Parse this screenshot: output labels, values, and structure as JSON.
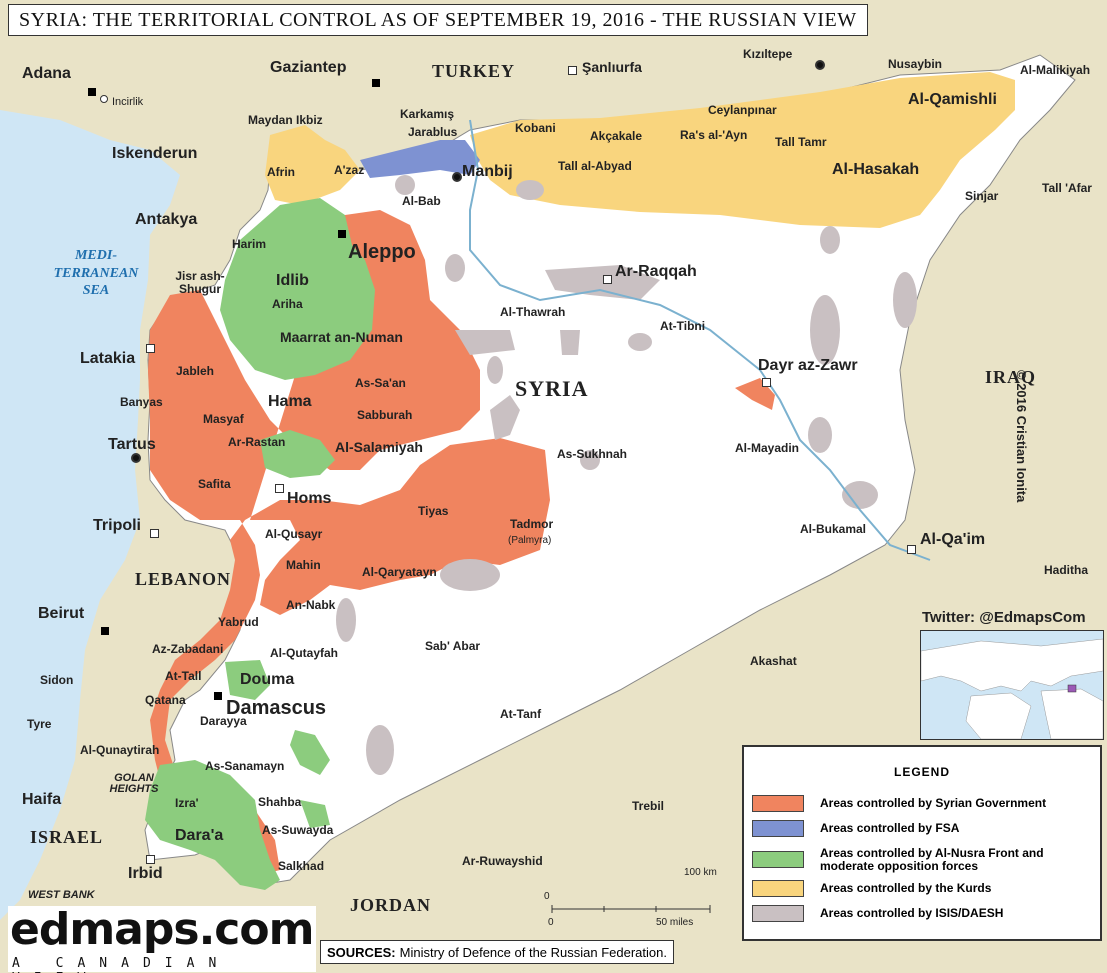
{
  "title": "SYRIA: THE TERRITORIAL CONTROL AS OF SEPTEMBER 19, 2016 - THE RUSSIAN VIEW",
  "copyright": "© 2016 Cristian Ionita",
  "twitter": "Twitter: @EdmapsCom",
  "brand": {
    "logo": "edmaps.com",
    "tagline": "A CANADIAN VIEW"
  },
  "sources": {
    "label": "SOURCES:",
    "text": "Ministry of Defence of the Russian Federation."
  },
  "legend": {
    "heading": "LEGEND",
    "items": [
      {
        "label": "Areas controlled by Syrian Government",
        "color": "#f0845f"
      },
      {
        "label": "Areas controlled by FSA",
        "color": "#7e92d2"
      },
      {
        "label": "Areas controlled by Al-Nusra Front and moderate opposition forces",
        "color": "#8ccc7e"
      },
      {
        "label": "Areas controlled by the Kurds",
        "color": "#f9d57e"
      },
      {
        "label": "Areas controlled by ISIS/DAESH",
        "color": "#c9c0c2"
      }
    ]
  },
  "scale": {
    "zero_top": "0",
    "zero_bottom": "0",
    "km": "100 km",
    "miles": "50 miles"
  },
  "colors": {
    "government": "#f0845f",
    "fsa": "#7e92d2",
    "nusra": "#8ccc7e",
    "kurds": "#f9d57e",
    "isis": "#c9c0c2",
    "land": "#e9e3c7",
    "syria": "#ffffff",
    "sea": "#cfe6f5"
  },
  "labels": {
    "countries": {
      "turkey": "TURKEY",
      "syria": "SYRIA",
      "iraq": "IRAQ",
      "lebanon": "LEBANON",
      "israel": "ISRAEL",
      "jordan": "JORDAN",
      "west_bank": "WEST BANK",
      "golan": "GOLAN HEIGHTS",
      "sea": "MEDI- TERRANEAN SEA"
    },
    "cities": {
      "adana": "Adana",
      "incirlik": "Incirlik",
      "gaziantep": "Gaziantep",
      "sanliurfa": "Şanlıurfa",
      "kiziltepe": "Kızıltepe",
      "nusaybin": "Nusaybin",
      "malikiyah": "Al-Malikiyah",
      "maydan": "Maydan Ikbiz",
      "karkamis": "Karkamış",
      "jarablus": "Jarablus",
      "kobani": "Kobani",
      "akcakale": "Akçakale",
      "ceylanpinar": "Ceylanpınar",
      "rasalayn": "Ra's al-'Ayn",
      "qamishli": "Al-Qamishli",
      "iskenderun": "Iskenderun",
      "afrin": "Afrin",
      "azaz": "A'zaz",
      "manbij": "Manbij",
      "tallabyad": "Tall al-Abyad",
      "talltamr": "Tall Tamr",
      "hasakah": "Al-Hasakah",
      "antakya": "Antakya",
      "albab": "Al-Bab",
      "sinjar": "Sinjar",
      "tallafar": "Tall 'Afar",
      "harim": "Harim",
      "aleppo": "Aleppo",
      "jisr": "Jisr ash-Shugur",
      "idlib": "Idlib",
      "ariha": "Ariha",
      "raqqah": "Ar-Raqqah",
      "thawrah": "Al-Thawrah",
      "tibni": "At-Tibni",
      "maarrat": "Maarrat an-Numan",
      "latakia": "Latakia",
      "jableh": "Jableh",
      "dayr": "Dayr az-Zawr",
      "sasan": "As-Sa'an",
      "banyas": "Banyas",
      "hama": "Hama",
      "masyaf": "Masyaf",
      "sabburah": "Sabburah",
      "rastan": "Ar-Rastan",
      "salamiyah": "Al-Salamiyah",
      "tartus": "Tartus",
      "sukhnah": "As-Sukhnah",
      "mayadin": "Al-Mayadin",
      "safita": "Safita",
      "homs": "Homs",
      "tiyas": "Tiyas",
      "tadmor": "Tadmor",
      "palmyra": "(Palmyra)",
      "tripoli": "Tripoli",
      "qusayr": "Al-Qusayr",
      "bukamal": "Al-Bukamal",
      "qaim": "Al-Qa'im",
      "mahin": "Mahin",
      "qaryatayn": "Al-Qaryatayn",
      "haditha": "Haditha",
      "nabk": "An-Nabk",
      "beirut": "Beirut",
      "yabrud": "Yabrud",
      "sababar": "Sab' Abar",
      "zabadani": "Az-Zabadani",
      "qutayfah": "Al-Qutayfah",
      "akashat": "Akashat",
      "sidon": "Sidon",
      "attall": "At-Tall",
      "douma": "Douma",
      "qatana": "Qatana",
      "damascus": "Damascus",
      "darayya": "Darayya",
      "tyre": "Tyre",
      "tanf": "At-Tanf",
      "qunaytirah": "Al-Qunaytirah",
      "sanamayn": "As-Sanamayn",
      "haifa": "Haifa",
      "izra": "Izra'",
      "shahba": "Shahba",
      "trebil": "Trebil",
      "daraa": "Dara'a",
      "suwayda": "As-Suwayda",
      "ruwayshid": "Ar-Ruwayshid",
      "irbid": "Irbid",
      "salkhad": "Salkhad"
    }
  }
}
